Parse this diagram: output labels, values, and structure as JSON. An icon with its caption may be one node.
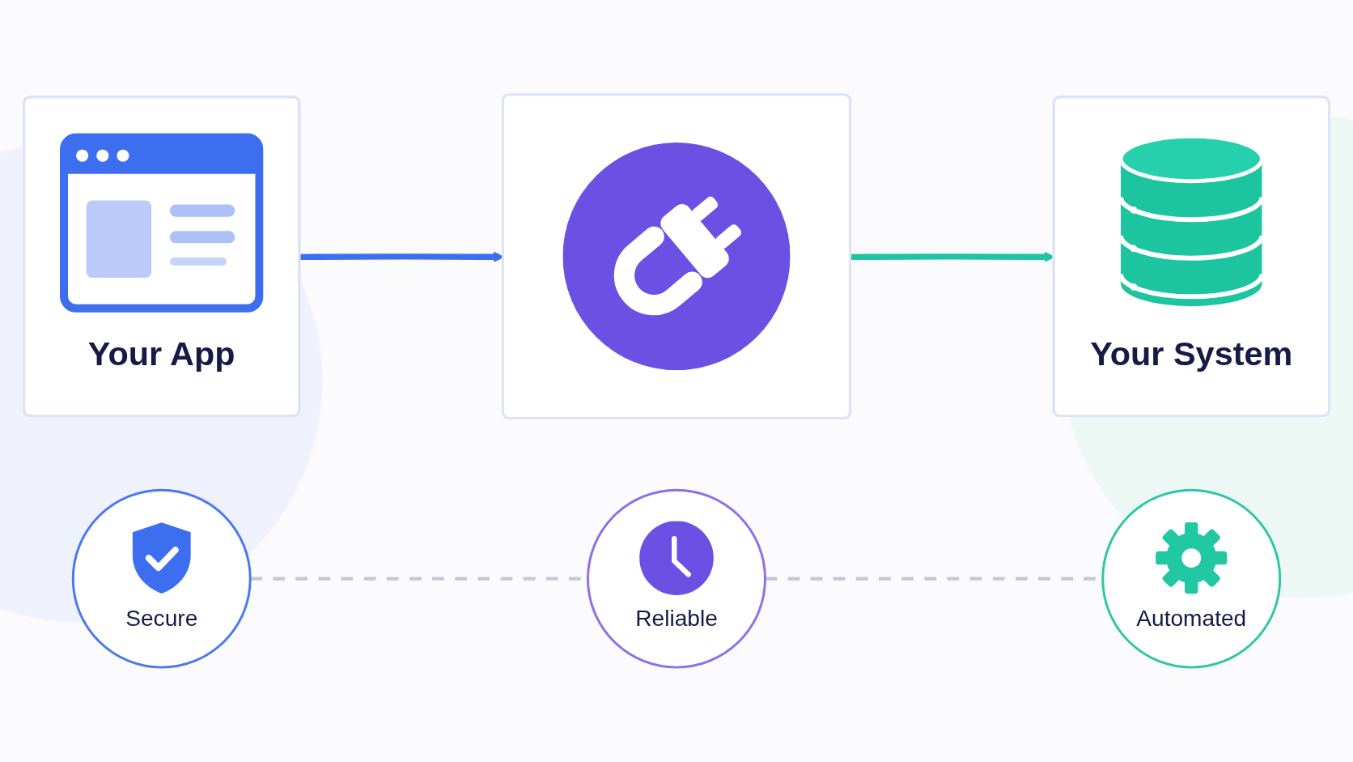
{
  "diagram": {
    "nodes": [
      {
        "text": [
          "Your App"
        ]
      },
      {
        "text": [],
        "shape": "box"
      },
      {
        "text": [
          "Your System"
        ]
      },
      {
        "text": [
          "Secure"
        ]
      },
      {
        "text": [
          "Reliable"
        ]
      },
      {
        "text": [
          "Automated"
        ]
      }
    ],
    "edges": [
      {
        "from": 0,
        "to": 1,
        "arrow": "to",
        "color": "#3d6ef0"
      },
      {
        "from": 1,
        "to": 2,
        "arrow": "to",
        "color": "#1fc4a2"
      },
      {
        "from": 3,
        "to": 4,
        "arrow": "none",
        "style": "dashed"
      },
      {
        "from": 4,
        "to": 5,
        "arrow": "none",
        "style": "dashed"
      }
    ]
  }
}
